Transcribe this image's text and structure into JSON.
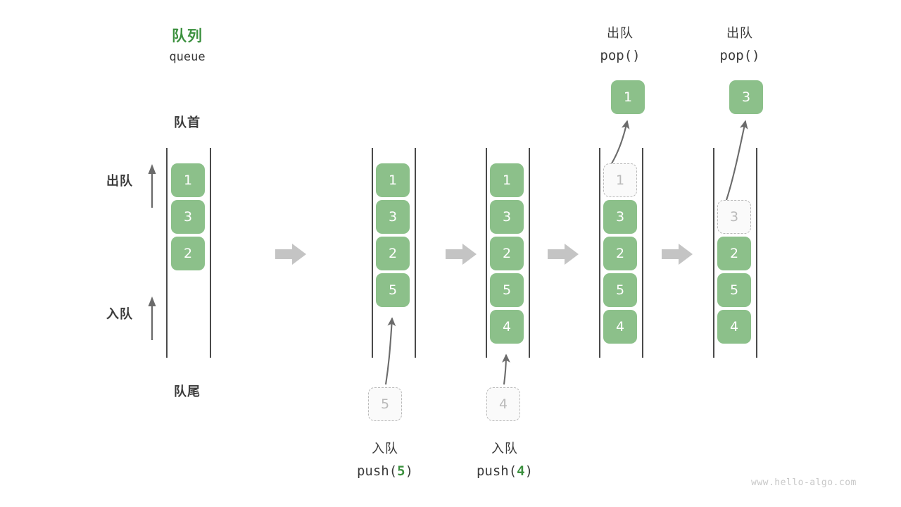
{
  "diagram": {
    "title_cn": "队列",
    "title_en": "queue",
    "head_label": "队首",
    "tail_label": "队尾",
    "dequeue_label": "出队",
    "enqueue_label": "入队",
    "watermark": "www.hello-algo.com",
    "accent_green": "#3d9140",
    "box_green": "#8cc08a",
    "ghost_gray": "#b9b9b9",
    "rail_gray": "#4a4a4a",
    "flow_arrow_gray": "#c4c4c4"
  },
  "steps": [
    {
      "id": "initial",
      "header_cn": "队列",
      "header_code": "queue",
      "slots": [
        {
          "value": "1",
          "state": "filled"
        },
        {
          "value": "3",
          "state": "filled"
        },
        {
          "value": "2",
          "state": "filled"
        },
        {
          "value": "",
          "state": "empty"
        },
        {
          "value": "",
          "state": "empty"
        }
      ],
      "op_cn": "",
      "op_code": "",
      "op_arg": ""
    },
    {
      "id": "push-5",
      "header_cn": "",
      "header_code": "",
      "slots": [
        {
          "value": "1",
          "state": "filled"
        },
        {
          "value": "3",
          "state": "filled"
        },
        {
          "value": "2",
          "state": "filled"
        },
        {
          "value": "5",
          "state": "filled"
        },
        {
          "value": "",
          "state": "empty"
        }
      ],
      "op_cn": "入队",
      "op_code": "push(5)",
      "op_arg": "5",
      "incoming_box": "5"
    },
    {
      "id": "push-4",
      "header_cn": "",
      "header_code": "",
      "slots": [
        {
          "value": "1",
          "state": "filled"
        },
        {
          "value": "3",
          "state": "filled"
        },
        {
          "value": "2",
          "state": "filled"
        },
        {
          "value": "5",
          "state": "filled"
        },
        {
          "value": "4",
          "state": "filled"
        }
      ],
      "op_cn": "入队",
      "op_code": "push(4)",
      "op_arg": "4",
      "incoming_box": "4"
    },
    {
      "id": "pop-1",
      "header_cn": "出队",
      "header_code": "pop()",
      "popped_box": "1",
      "slots": [
        {
          "value": "1",
          "state": "ghost"
        },
        {
          "value": "3",
          "state": "filled"
        },
        {
          "value": "2",
          "state": "filled"
        },
        {
          "value": "5",
          "state": "filled"
        },
        {
          "value": "4",
          "state": "filled"
        }
      ],
      "op_cn": "",
      "op_code": "",
      "op_arg": ""
    },
    {
      "id": "pop-3",
      "header_cn": "出队",
      "header_code": "pop()",
      "popped_box": "3",
      "slots": [
        {
          "value": "",
          "state": "empty"
        },
        {
          "value": "3",
          "state": "ghost"
        },
        {
          "value": "2",
          "state": "filled"
        },
        {
          "value": "5",
          "state": "filled"
        },
        {
          "value": "4",
          "state": "filled"
        }
      ],
      "op_cn": "",
      "op_code": "",
      "op_arg": ""
    }
  ]
}
